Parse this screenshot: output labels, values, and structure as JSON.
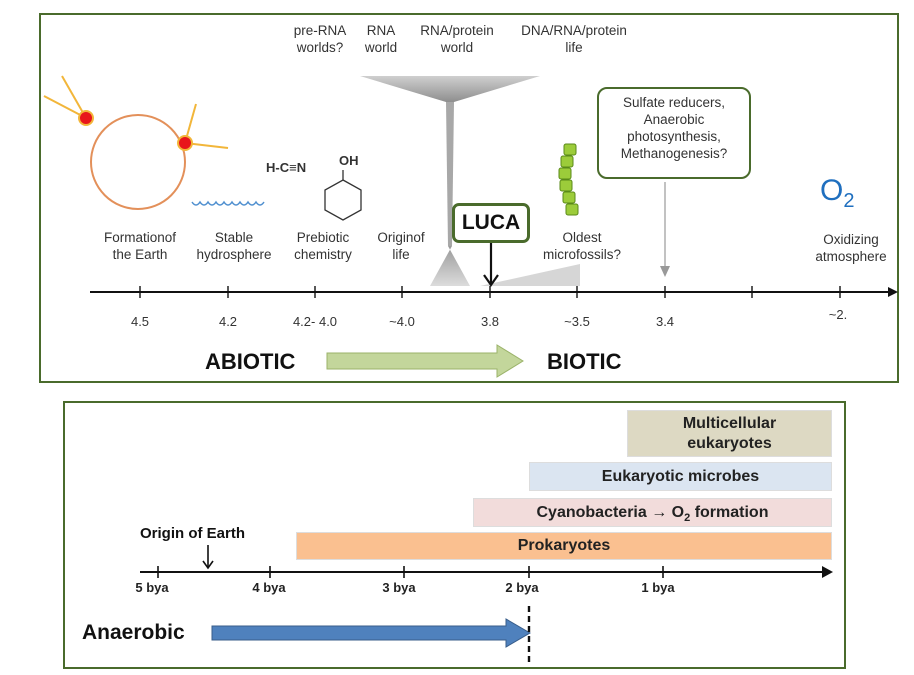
{
  "top_panel": {
    "world_labels": [
      {
        "line1": "pre-RNA",
        "line2": "worlds?"
      },
      {
        "line1": "RNA",
        "line2": "world"
      },
      {
        "line1": "RNA/protein",
        "line2": "world"
      },
      {
        "line1": "DNA/RNA/protein",
        "line2": "life"
      }
    ],
    "events": [
      {
        "line1": "Formationof",
        "line2": "the Earth"
      },
      {
        "line1": "Stable",
        "line2": "hydrosphere"
      },
      {
        "line1": "Prebiotic",
        "line2": "chemistry"
      },
      {
        "line1": "Originof",
        "line2": "life"
      },
      {
        "line1": "Oldest",
        "line2": "microfossils?"
      },
      {
        "line1": "Oxidizing",
        "line2": "atmosphere"
      }
    ],
    "hcn_formula": "H-C≡N",
    "oh_label": "OH",
    "luca": "LUCA",
    "callout": [
      "Sulfate reducers,",
      "Anaerobic",
      "photosynthesis,",
      "Methanogenesis?"
    ],
    "o2_symbol": "O",
    "o2_sub": "2",
    "ticks": [
      "4.5",
      "4.2",
      "4.2- 4.0",
      "~4.0",
      "3.8",
      "~3.5",
      "3.4",
      "~2."
    ],
    "abiotic": "ABIOTIC",
    "biotic": "BIOTIC"
  },
  "bottom_panel": {
    "bars": {
      "multicellular_line1": "Multicellular",
      "multicellular_line2": "eukaryotes",
      "eukaryotic_microbes": "Eukaryotic microbes",
      "cyanobacteria": "Cyanobacteria",
      "cyano_arrow": "→",
      "o2_formation_o": "O",
      "o2_formation_sub": "2",
      "o2_formation_rest": "formation",
      "prokaryotes": "Prokaryotes"
    },
    "origin_of_earth": "Origin of Earth",
    "axis_ticks": [
      "5 bya",
      "4 bya",
      "3 bya",
      "2 bya",
      "1 bya"
    ],
    "anaerobic": "Anaerobic"
  },
  "colors": {
    "panel_border": "#4a6b2c",
    "multicellular": "#ddd9c3",
    "eukaryotic": "#dbe5f1",
    "cyanobacteria": "#f2dcdb",
    "prokaryotes": "#fac090",
    "anaerobic_arrow": "#4f81bd",
    "abiotic_arrow": "#c3d69b",
    "o2_blue": "#1f6fbf",
    "sun_red": "#e8161b"
  }
}
